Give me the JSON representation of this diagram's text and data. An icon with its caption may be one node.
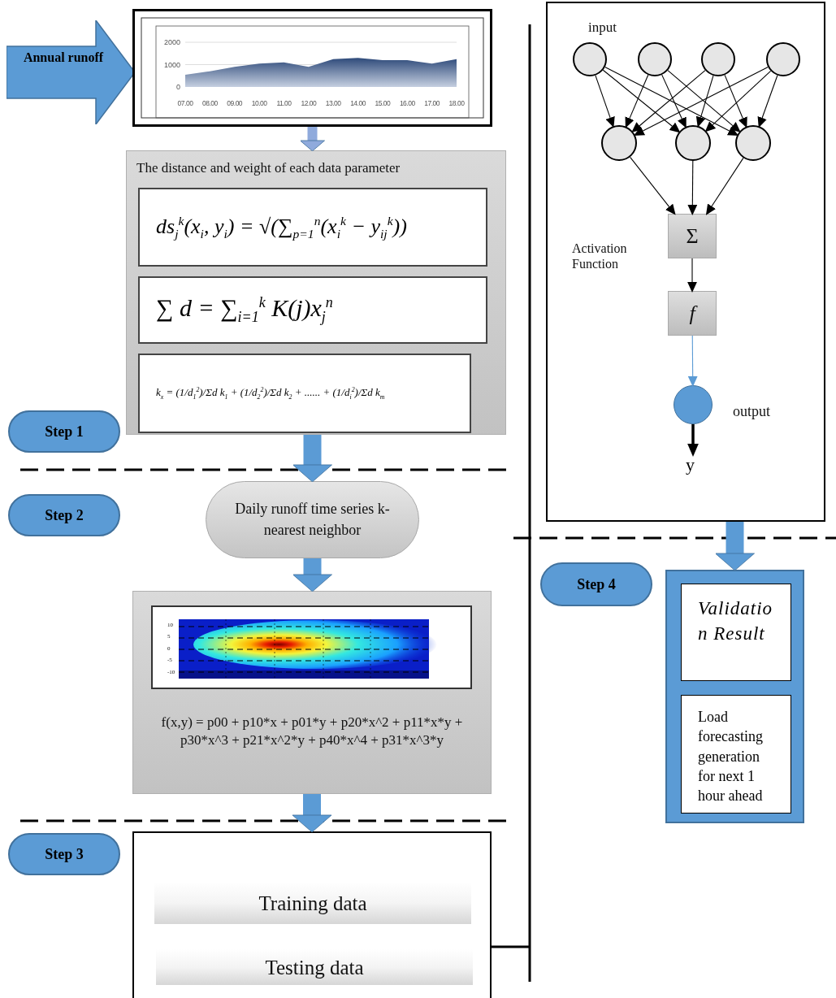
{
  "diagram": {
    "nodes": [
      {
        "text": [
          "Annual runoff"
        ]
      },
      {
        "text": [],
        "shape": "box"
      },
      {
        "text": [
          "The distance and weight of each data parameter"
        ]
      },
      {
        "text": [
          "ds$_{j}$$^{k}$(x$_{i}$, y$_{i}$) = √(∑$_{p=1}$$^{n}$(x$_{i}$$^{k}$ − y$_{ij}$$^{k}$))"
        ],
        "in": 2
      },
      {
        "text": [
          "∑ d = ∑$_{i=1}$$^{k}$ K(j)x$_{j}$$^{n}$"
        ],
        "in": 2
      },
      {
        "text": [
          "k$_{x}$ = (1/d$_{1}$$^{2}$)/Σd k$_{1}$ + (1/d$_{2}$$^{2}$)/Σd k$_{2}$ + ...... + (1/d$_{i}$$^{2}$)/Σd k$_{m}$"
        ],
        "in": 2
      },
      {
        "text": [
          "Step 1"
        ]
      },
      {
        "text": [
          "Step 2"
        ]
      },
      {
        "text": [
          "Daily runoff time series k-nearest neighbor"
        ]
      },
      {
        "text": [
          "f(x,y) = p00 + p10*x + p01*y + p20*x^2 + p11*x*y + p30*x^3 + p21*x^2*y + p40*x^4 + p31*x^3*y"
        ]
      },
      {
        "text": [],
        "shape": "picture",
        "in": 9
      },
      {
        "text": [
          "Step 3"
        ]
      },
      {
        "text": [],
        "shape": "box"
      },
      {
        "text": [
          "Training data"
        ],
        "in": 12
      },
      {
        "text": [
          "Testing data"
        ],
        "in": 12
      },
      {
        "text": [],
        "shape": "box"
      },
      {
        "text": [],
        "shape": "circle",
        "in": 15
      },
      {
        "text": [],
        "shape": "circle",
        "in": 15
      },
      {
        "text": [],
        "shape": "circle",
        "in": 15
      },
      {
        "text": [],
        "shape": "circle",
        "in": 15
      },
      {
        "text": [],
        "shape": "circle",
        "in": 15
      },
      {
        "text": [],
        "shape": "circle",
        "in": 15
      },
      {
        "text": [],
        "shape": "circle",
        "in": 15
      },
      {
        "text": [
          "Σ"
        ],
        "in": 15
      },
      {
        "text": [
          "f"
        ],
        "in": 15
      },
      {
        "text": [],
        "shape": "circle",
        "in": 15,
        "beside": [
          "output"
        ]
      },
      {
        "text": [
          "y"
        ],
        "in": 15
      },
      {
        "text": [
          "Step 4"
        ]
      },
      {
        "text": [],
        "shape": "box"
      },
      {
        "text": [
          "Validation Result"
        ],
        "in": 28
      },
      {
        "text": [
          "Load forecasting generation for next 1 hour ahead"
        ],
        "in": 28
      }
    ],
    "edges": [
      {
        "from": 1,
        "to": 2,
        "arrow": "to",
        "style": "thick",
        "color": "#8faadc"
      },
      {
        "from": 2,
        "to": 8,
        "arrow": "to",
        "style": "thick",
        "color": "#5b9bd5"
      },
      {
        "from": 8,
        "to": 9,
        "arrow": "to",
        "style": "thick",
        "color": "#5b9bd5"
      },
      {
        "from": 9,
        "to": 12,
        "arrow": "to",
        "style": "thick",
        "color": "#5b9bd5"
      },
      {
        "from": 15,
        "to": 28,
        "arrow": "to",
        "style": "thick",
        "color": "#5b9bd5"
      },
      {
        "from": 16,
        "to": 20,
        "arrow": "to"
      },
      {
        "from": 16,
        "to": 21,
        "arrow": "to"
      },
      {
        "from": 16,
        "to": 22,
        "arrow": "to"
      },
      {
        "from": 17,
        "to": 20,
        "arrow": "to"
      },
      {
        "from": 17,
        "to": 21,
        "arrow": "to"
      },
      {
        "from": 17,
        "to": 22,
        "arrow": "to"
      },
      {
        "from": 18,
        "to": 20,
        "arrow": "to"
      },
      {
        "from": 18,
        "to": 21,
        "arrow": "to"
      },
      {
        "from": 18,
        "to": 22,
        "arrow": "to"
      },
      {
        "from": 19,
        "to": 20,
        "arrow": "to"
      },
      {
        "from": 19,
        "to": 21,
        "arrow": "to"
      },
      {
        "from": 19,
        "to": 22,
        "arrow": "to"
      },
      {
        "from": 20,
        "to": 23,
        "arrow": "to"
      },
      {
        "from": 21,
        "to": 23,
        "arrow": "to"
      },
      {
        "from": 22,
        "to": 23,
        "arrow": "to"
      },
      {
        "from": 23,
        "to": 24,
        "arrow": "to"
      },
      {
        "from": 24,
        "to": 25,
        "arrow": "to",
        "color": "#5b9bd5"
      },
      {
        "from": 25,
        "to": 26,
        "arrow": "to",
        "style": "thick"
      }
    ],
    "labels": [
      "input",
      "Activation Function",
      "10",
      "5",
      "0",
      "-5",
      "-10"
    ],
    "chart_data": {
      "type": "area",
      "categories": [
        "07.00",
        "08.00",
        "09.00",
        "10.00",
        "11.00",
        "12.00",
        "13.00",
        "14.00",
        "15.00",
        "16.00",
        "17.00",
        "18.00"
      ],
      "series": [
        {
          "color": "#2e4a7a",
          "values": [
            550,
            700,
            900,
            1050,
            1100,
            900,
            1250,
            1300,
            1200,
            1200,
            1050,
            1250
          ]
        }
      ],
      "ylim": [
        0,
        2000
      ],
      "yticks": [
        0,
        1000,
        2000
      ]
    }
  }
}
